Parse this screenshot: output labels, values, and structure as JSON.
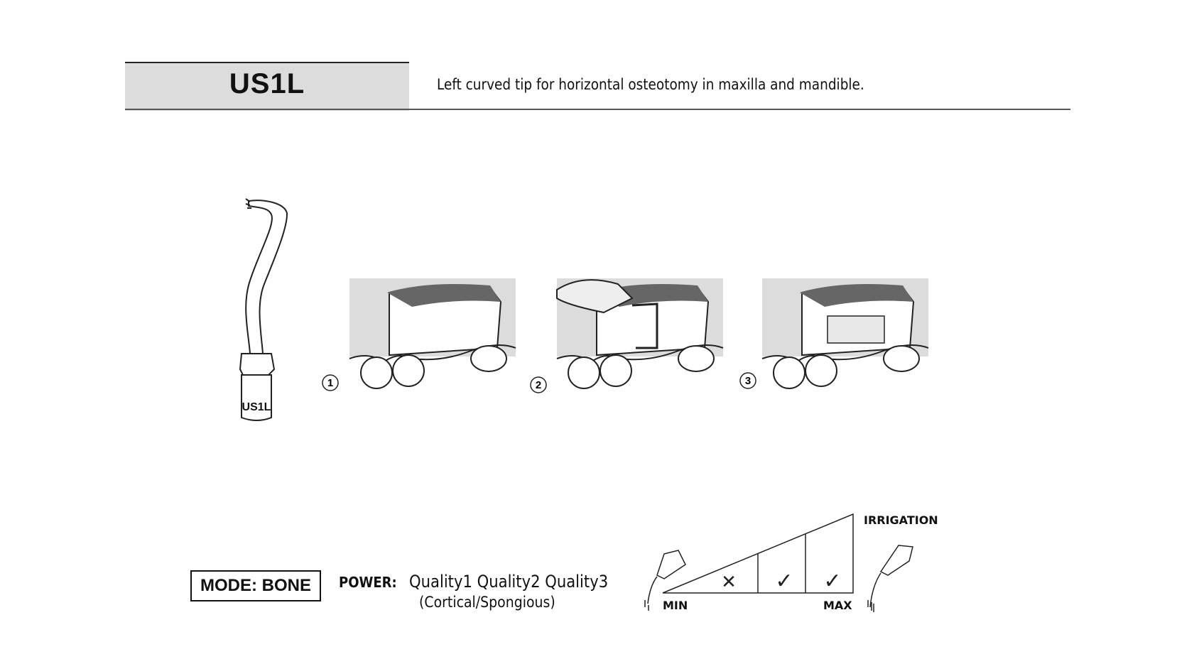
{
  "header": {
    "code": "US1L",
    "description": "Left curved tip for horizontal osteotomy in maxilla and mandible."
  },
  "tool_label": "US1L",
  "steps": [
    "1",
    "2",
    "3"
  ],
  "mode": "MODE: BONE",
  "power": {
    "label": "POWER:",
    "value": "Quality1 Quality2 Quality3",
    "sub": "(Cortical/Spongious)"
  },
  "irrigation": {
    "title": "IRRIGATION",
    "min": "MIN",
    "max": "MAX",
    "marks": [
      "✕",
      "✓",
      "✓"
    ]
  }
}
